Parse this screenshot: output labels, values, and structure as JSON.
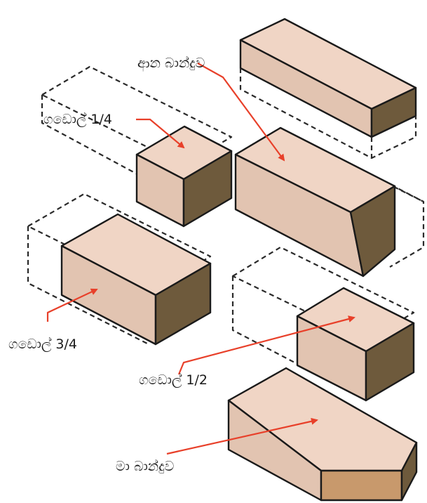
{
  "labels": {
    "header_bond": "ආන බාන්දුව",
    "quarter_bat": "ගඩොල් 1/4",
    "three_quarter_bat": "ගඩොල් 3/4",
    "half_bat": "ගඩොල් 1/2",
    "king_closer": "මා බාන්දුව"
  },
  "colors": {
    "top_face": "#f0d5c5",
    "front_face": "#e2c4b1",
    "side_face": "#6e5a3c",
    "end_face": "#c8996c",
    "arrow": "#e8402a"
  }
}
